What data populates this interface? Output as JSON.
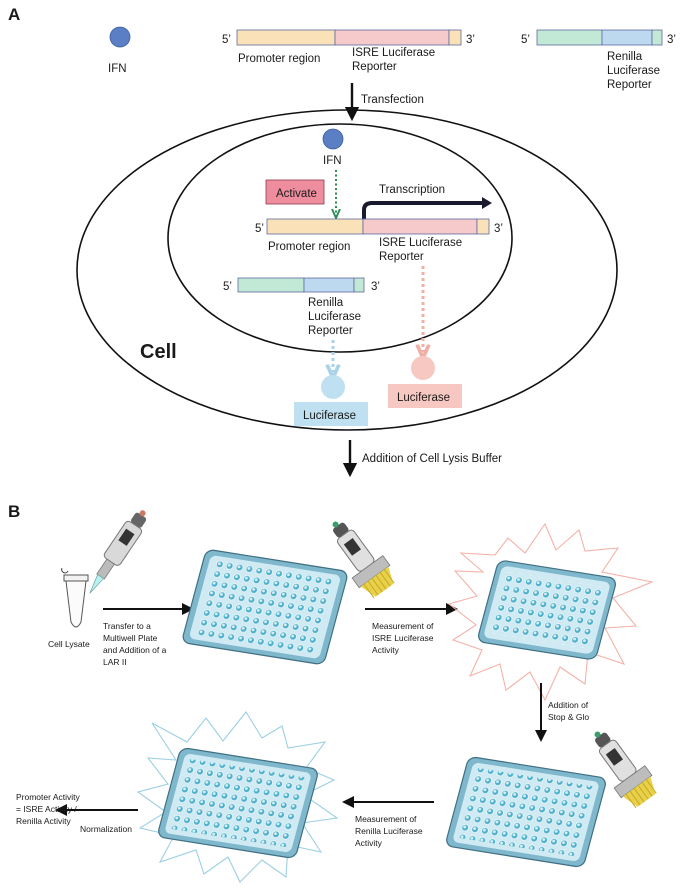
{
  "panel_a": {
    "letter": "A",
    "ifn_top_label": "IFN",
    "top_construct": {
      "five": "5’",
      "three": "3’",
      "promoter": "Promoter region",
      "reporter_l1": "ISRE Luciferase",
      "reporter_l2": "Reporter"
    },
    "renilla_top": {
      "five": "5’",
      "three": "3’",
      "l1": "Renilla",
      "l2": "Luciferase",
      "l3": "Reporter"
    },
    "transfection": "Transfection",
    "inner_ifn_label": "IFN",
    "activate": "Activate",
    "transcription": "Transcription",
    "inner_construct": {
      "five": "5’",
      "three": "3’",
      "promoter": "Promoter region",
      "reporter_l1": "ISRE Luciferase",
      "reporter_l2": "Reporter"
    },
    "renilla_inner": {
      "five": "5’",
      "three": "3’",
      "l1": "Renilla",
      "l2": "Luciferase",
      "l3": "Reporter"
    },
    "cell_label": "Cell",
    "luciferase_blue": "Luciferase",
    "luciferase_pink": "Luciferase",
    "lysis": "Addition of Cell Lysis Buffer"
  },
  "panel_b": {
    "letter": "B",
    "cell_lysate": "Cell Lysate",
    "step1": [
      "Transfer to a",
      "Multiwell Plate",
      "and Addition of a",
      "LAR II"
    ],
    "step2": [
      "Measurement of",
      "ISRE Luciferase",
      "Activity"
    ],
    "step3": [
      "Addition of",
      "Stop & Glo"
    ],
    "step4": [
      "Measurement of",
      "Renilla Luciferase",
      "Activity"
    ],
    "normalization": "Normalization",
    "formula": [
      "Promoter Activity",
      "= ISRE Activity /",
      "Renilla Activity"
    ]
  },
  "colors": {
    "ifn": "#5b7fc4",
    "promoter": "#fbe1b8",
    "isre": "#f6c9cb",
    "renilla_green": "#c2e8d6",
    "renilla_blue": "#bcd9ef",
    "activate": "#ee8d9e",
    "luc_blue": "#bfe0f0",
    "luc_pink": "#f7c8c2",
    "plate": "#bfe4ee",
    "burst_pink": "#f4b2a8",
    "burst_blue": "#9ccfe3"
  }
}
